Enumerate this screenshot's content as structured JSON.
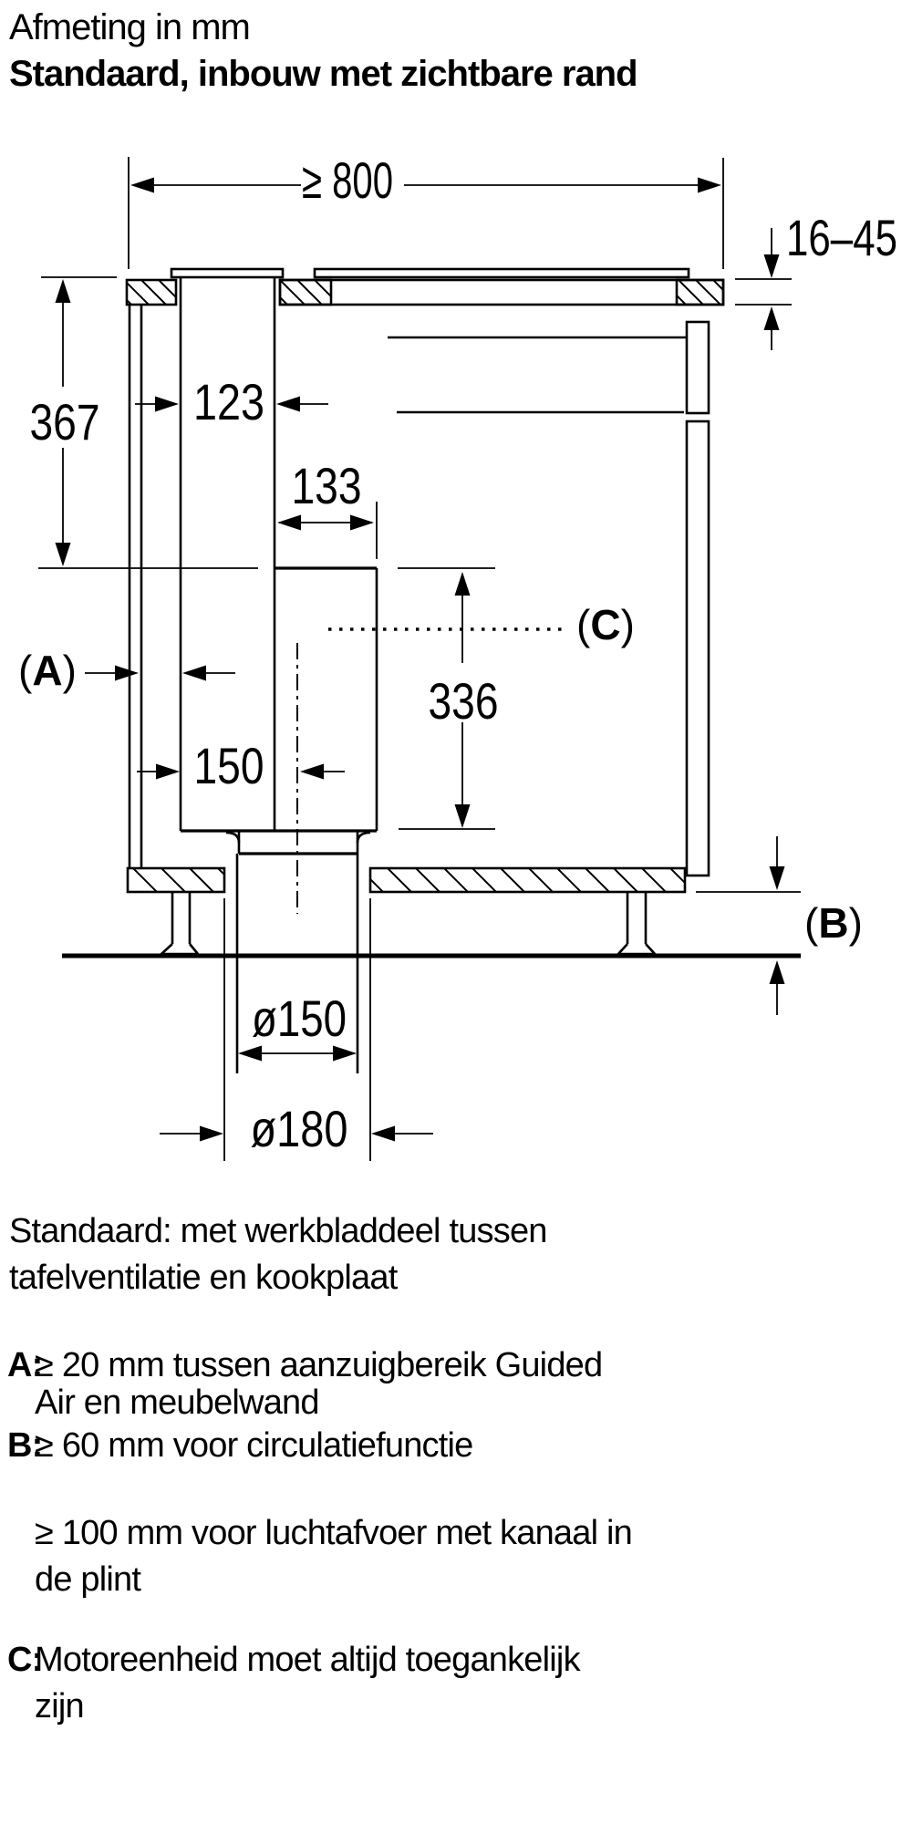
{
  "page": {
    "title_note": "Afmeting in mm",
    "title": "Standaard, inbouw met zichtbare rand"
  },
  "diagram": {
    "dim_width_top": "≥ 800",
    "dim_worktop_thickness": "16–45",
    "dim_height_left": "367",
    "dim_duct_width": "123",
    "dim_motor_width": "133",
    "dim_motor_height": "336",
    "dim_offset": "150",
    "dim_pipe_inner": "ø150",
    "dim_pipe_outer": "ø180",
    "labels": {
      "open": "(",
      "close": ")",
      "a": "A",
      "b": "B",
      "c": "C"
    }
  },
  "legend": {
    "intro_line1": "Standaard: met werkbladdeel tussen",
    "intro_line2": "tafelventilatie en kookplaat",
    "item_a_label": "A:",
    "item_a_line1": "≥ 20 mm tussen aanzuigbereik Guided",
    "item_a_line2": "Air en meubelwand",
    "item_b_label": "B:",
    "item_b_line1": "≥ 60 mm voor circulatiefunctie",
    "item_b2_line1": "≥ 100 mm voor luchtafvoer met kanaal in",
    "item_b2_line2": "de plint",
    "item_c_label": "C:",
    "item_c_line1": "Motoreenheid moet altijd toegankelijk",
    "item_c_line2": "zijn"
  },
  "colors": {
    "ink": "#000000",
    "paper": "#ffffff"
  }
}
